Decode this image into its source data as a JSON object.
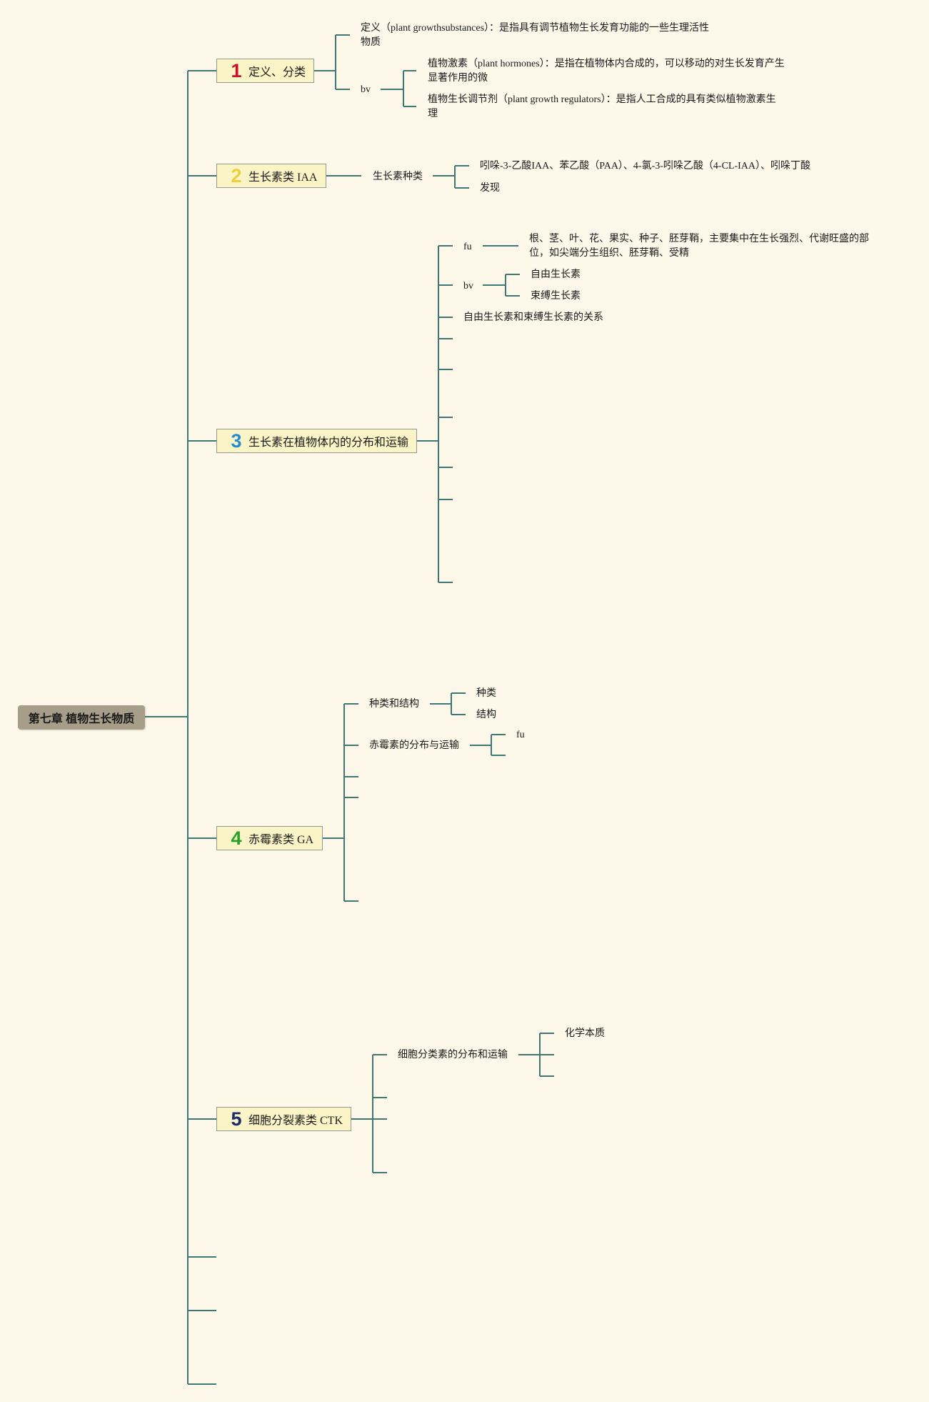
{
  "root": {
    "title": "第七章 植物生长物质"
  },
  "colors": {
    "line": "#3f7872",
    "background": "#fdf8ea",
    "root_fill": "#a79e8a",
    "chapter_fill": "#fbf4c6",
    "num1": "#c8102e",
    "num2": "#f0cf3c",
    "num3": "#1f8fd0",
    "num4": "#27a12a",
    "num5": "#1b2c6e"
  },
  "chapters": [
    {
      "num": "1",
      "label": "定义、分类",
      "children": {
        "definition": "定义（plant growthsubstances）：是指具有调节植物生长发育功能的一些生理活性物质",
        "bv": "bv",
        "bv_items": [
          "植物激素（plant hormones）：是指在植物体内合成的，可以移动的对生长发育产生显著作用的微",
          "植物生长调节剂（plant growth regulators）：是指人工合成的具有类似植物激素生理"
        ]
      }
    },
    {
      "num": "2",
      "label": "生长素类 IAA",
      "children": {
        "types": "生长素种类",
        "type_items": [
          "吲哚-3-乙酸IAA、苯乙酸（PAA）、4-氯-3-吲哚乙酸（4-CL-IAA）、吲哚丁酸",
          "发现"
        ]
      }
    },
    {
      "num": "3",
      "label": "生长素在植物体内的分布和运输",
      "children": {
        "fu": "fu",
        "fu_detail": "根、茎、叶、花、果实、种子、胚芽鞘，主要集中在生长强烈、代谢旺盛的部位，如尖端分生组织、胚芽鞘、受精",
        "bv": "bv",
        "bv_items": [
          "自由生长素",
          "束缚生长素"
        ],
        "relation": "自由生长素和束缚生长素的关系"
      }
    },
    {
      "num": "4",
      "label": "赤霉素类 GA",
      "children": {
        "types_structure": "种类和结构",
        "ts_items": [
          "种类",
          "结构"
        ],
        "distribution": "赤霉素的分布与运输",
        "dist_items": [
          "fu"
        ]
      }
    },
    {
      "num": "5",
      "label": "细胞分裂素类 CTK",
      "children": {
        "distribution": "细胞分类素的分布和运输",
        "dist_items": [
          "化学本质"
        ]
      }
    }
  ]
}
